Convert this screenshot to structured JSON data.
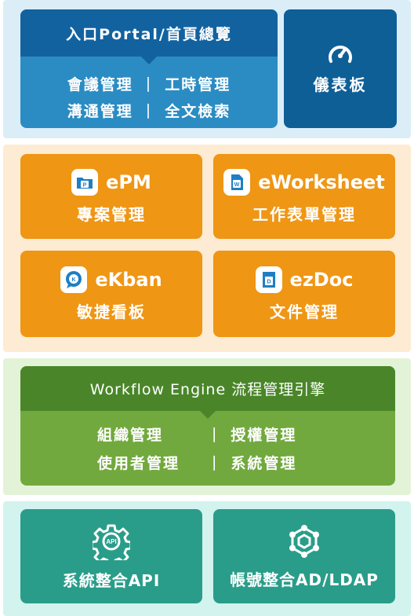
{
  "portal": {
    "title": "入口Portal/首頁總覽",
    "rows": [
      {
        "left": "會議管理",
        "sep": "|",
        "right": "工時管理"
      },
      {
        "left": "溝通管理",
        "sep": "|",
        "right": "全文檢索"
      }
    ],
    "dashboard_label": "儀表板",
    "dashboard_icon": "speedometer-icon"
  },
  "apps": [
    {
      "brand": "ePM",
      "label": "專案管理",
      "icon_letter": "P",
      "icon": "folder-icon"
    },
    {
      "brand": "eWorksheet",
      "label": "工作表單管理",
      "icon_letter": "W",
      "icon": "document-icon"
    },
    {
      "brand": "eKban",
      "label": "敏捷看板",
      "icon_letter": "K",
      "icon": "chat-bubble-icon"
    },
    {
      "brand": "ezDoc",
      "label": "文件管理",
      "icon_letter": "D",
      "icon": "document-icon"
    }
  ],
  "workflow": {
    "title": "Workflow Engine 流程管理引擎",
    "rows": [
      {
        "left": "組織管理",
        "sep": "|",
        "right": "授權管理"
      },
      {
        "left": "使用者管理",
        "sep": "|",
        "right": "系統管理"
      }
    ]
  },
  "integrations": [
    {
      "label": "系統整合API",
      "icon": "api-gear-icon",
      "icon_text": "API"
    },
    {
      "label": "帳號整合AD/LDAP",
      "icon": "network-hexagon-icon"
    }
  ],
  "colors": {
    "portal_band": "#dbeef8",
    "portal_card": "#2b8cc3",
    "portal_header": "#1262a0",
    "dashboard_card": "#0f5f97",
    "apps_band": "#fdebd3",
    "app_card": "#ef9614",
    "workflow_band": "#e2f3d7",
    "workflow_card": "#72a93e",
    "workflow_header": "#4a8629",
    "integration_band": "#d3f3ee",
    "integration_card": "#2a9d8a"
  }
}
